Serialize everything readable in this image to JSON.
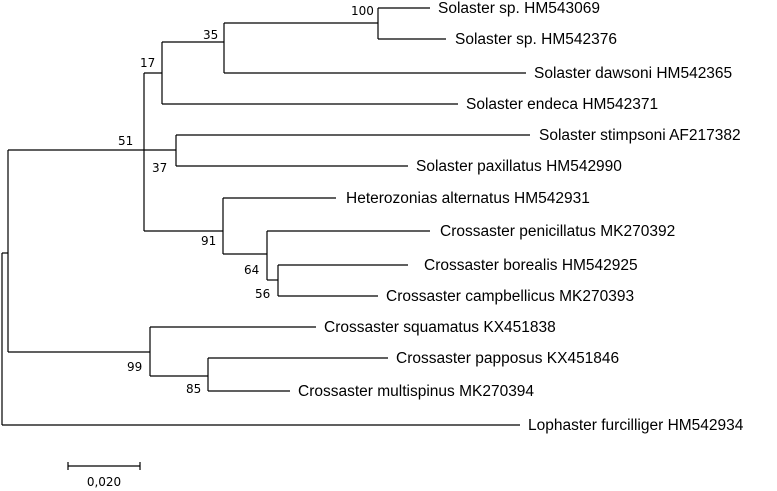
{
  "tree": {
    "taxa": [
      "Solaster sp. HM543069",
      "Solaster sp. HM542376",
      "Solaster dawsoni HM542365",
      "Solaster endeca HM542371",
      "Solaster stimpsoni AF217382",
      "Solaster paxillatus HM542990",
      "Heterozonias alternatus HM542931",
      "Crossaster penicillatus MK270392",
      "Crossaster borealis HM542925",
      "Crossaster campbellicus MK270393",
      "Crossaster squamatus KX451838",
      "Crossaster papposus KX451846",
      "Crossaster multispinus MK270394",
      "Lophaster furcilliger HM542934"
    ],
    "bootstrap": [
      "100",
      "35",
      "17",
      "51",
      "37",
      "91",
      "64",
      "56",
      "99",
      "85"
    ],
    "scale_bar": {
      "label": "0,020",
      "length": 0.02
    }
  }
}
